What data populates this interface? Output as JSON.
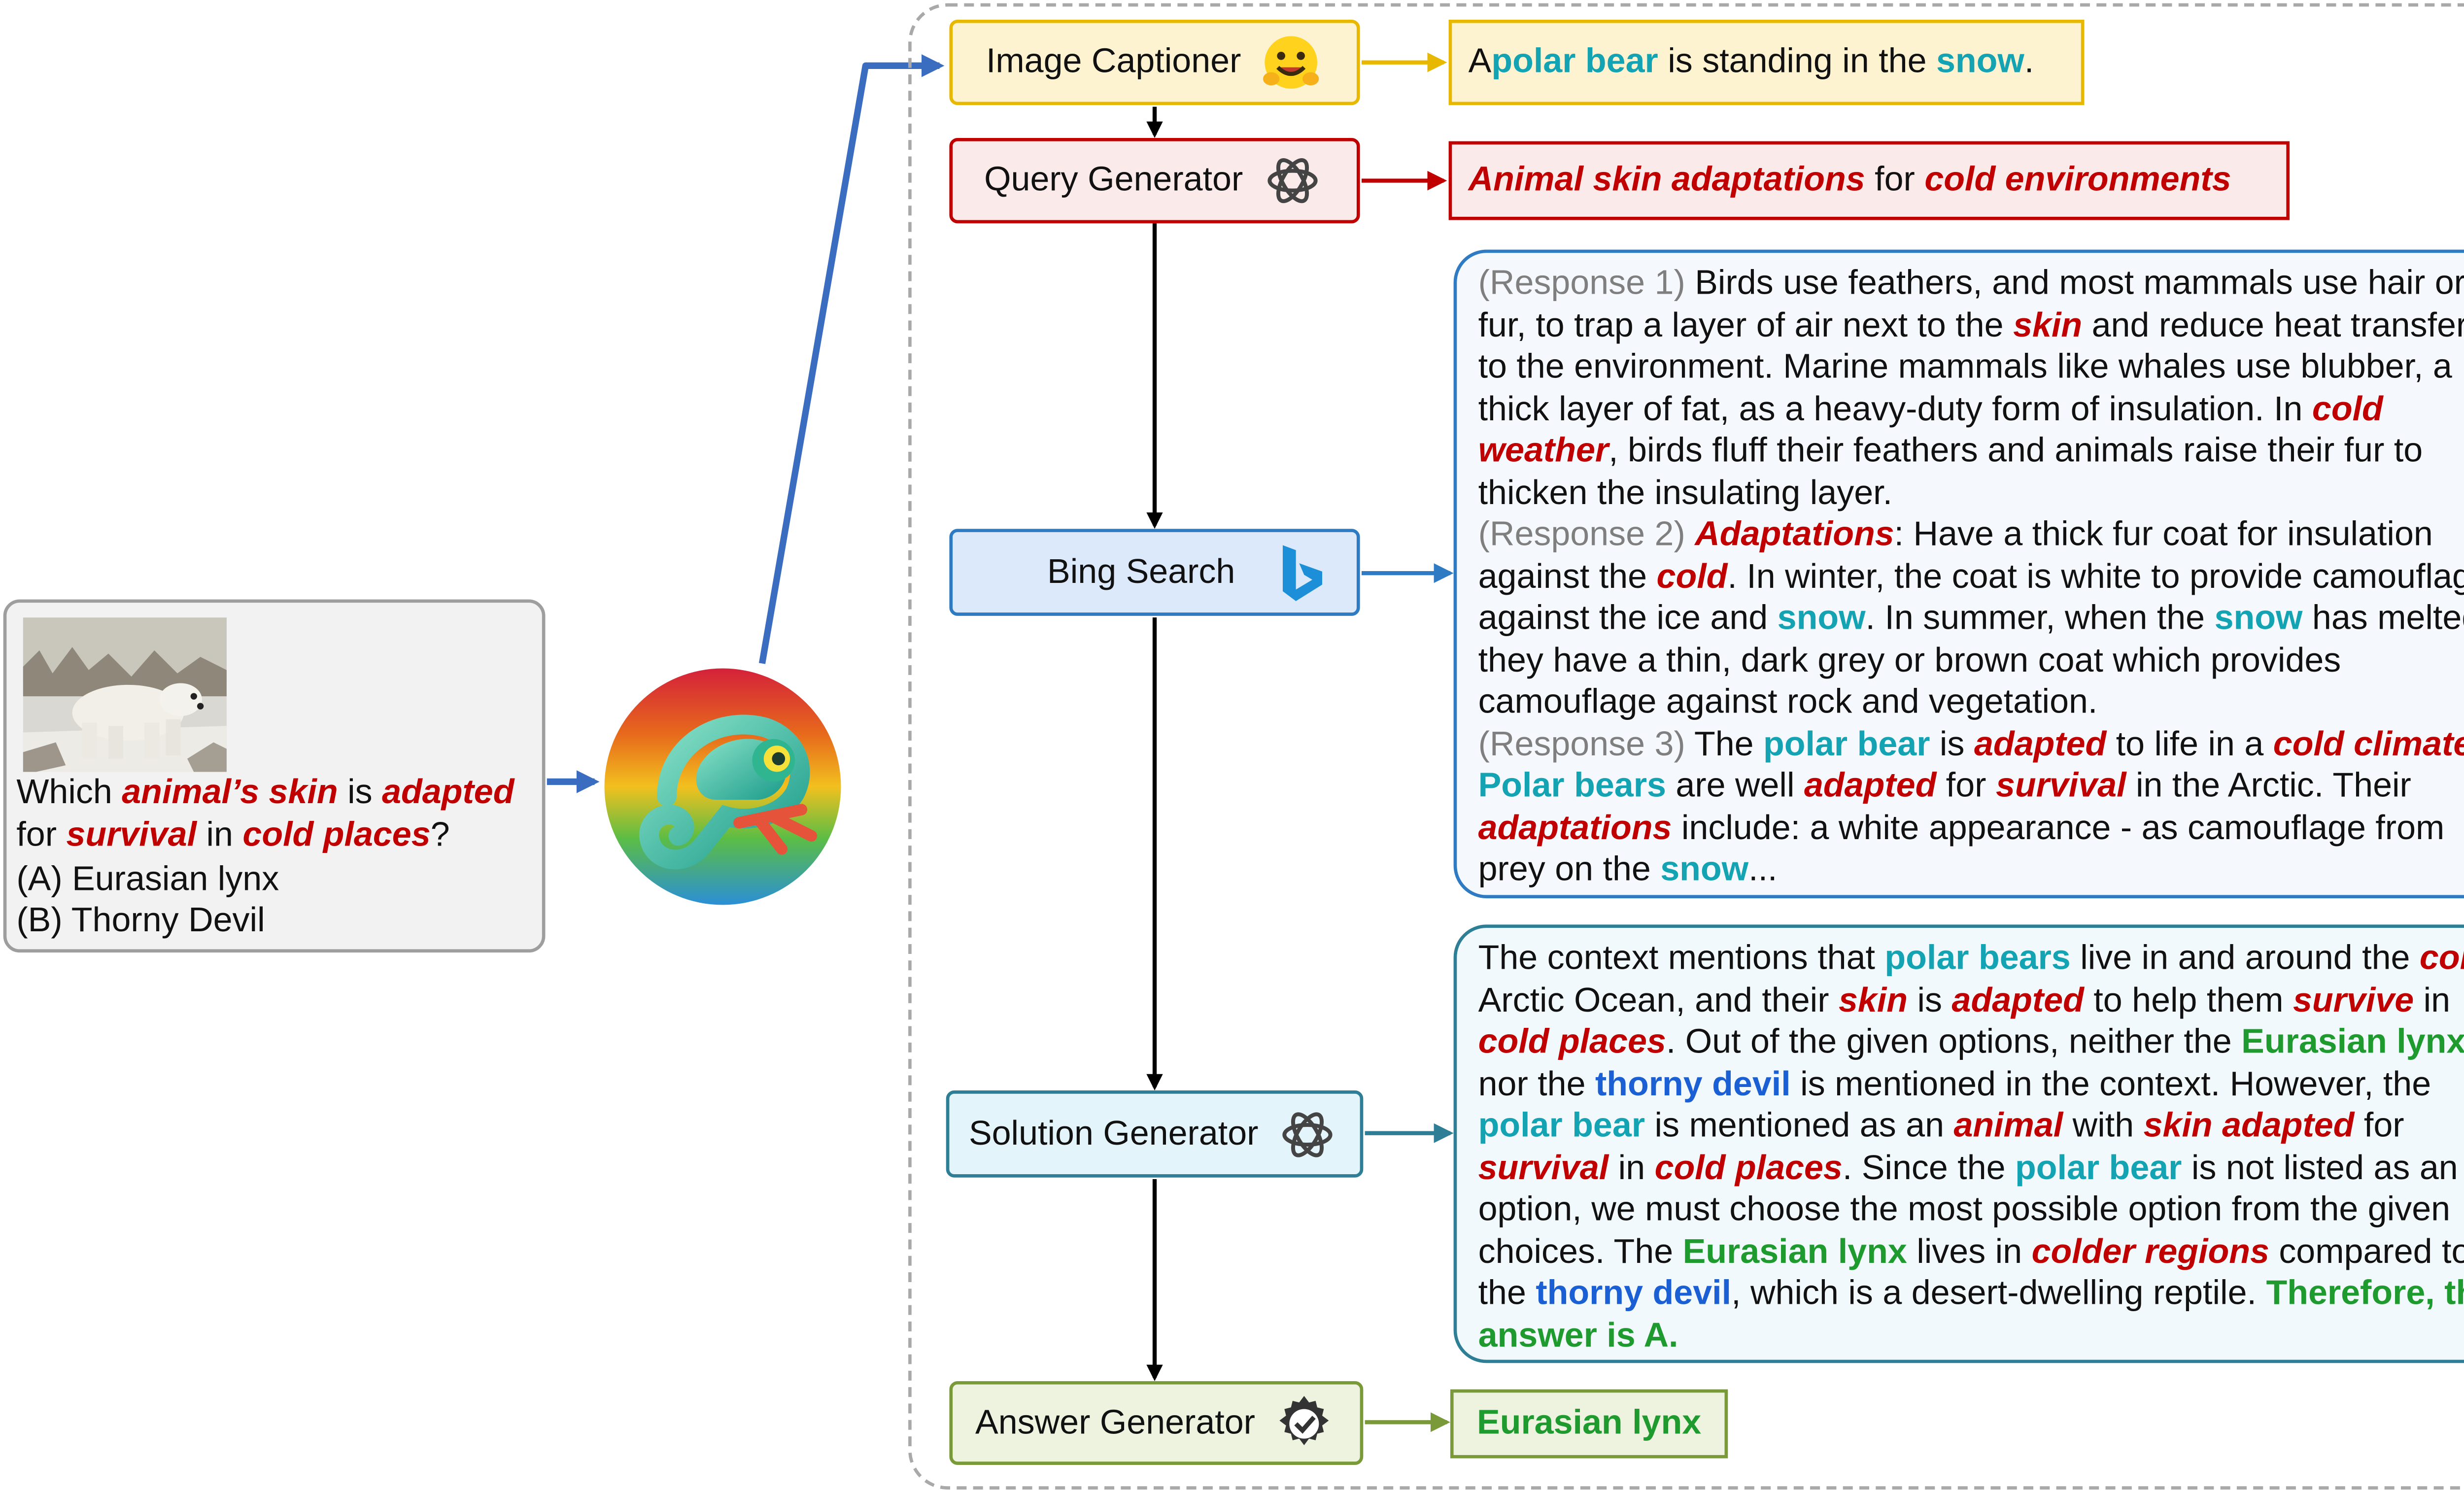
{
  "modules": {
    "image_captioner": "Image Captioner",
    "query_generator": "Query Generator",
    "bing_search": "Bing Search",
    "solution_generator": "Solution Generator",
    "answer_generator": "Answer Generator"
  },
  "caption": {
    "p1": "A ",
    "polar_bear": "polar bear",
    "p2": " is standing in the ",
    "snow": "snow",
    "p3": "."
  },
  "query": {
    "q1": "Animal skin adaptations",
    "q2": " for ",
    "q3": "cold environments"
  },
  "search_results": [
    [
      {
        "t": "(Response 1)",
        "s": "gray"
      },
      {
        "t": " Birds use feathers, and most mammals use hair or"
      }
    ],
    [
      {
        "t": "fur, to trap a layer of air next to the "
      },
      {
        "t": "skin",
        "s": "r"
      },
      {
        "t": " and reduce heat transfer"
      }
    ],
    [
      {
        "t": "to the environment. Marine mammals like whales use blubber, a"
      }
    ],
    [
      {
        "t": "thick layer of fat, as a heavy-duty form of insulation. In "
      },
      {
        "t": "cold",
        "s": "r"
      }
    ],
    [
      {
        "t": "weather",
        "s": "r"
      },
      {
        "t": ", birds fluff their feathers and animals raise their fur to"
      }
    ],
    [
      {
        "t": "thicken the insulating layer."
      }
    ],
    [
      {
        "t": "(Response 2)",
        "s": "gray"
      },
      {
        "t": " "
      },
      {
        "t": "Adaptations",
        "s": "r"
      },
      {
        "t": ": Have a thick fur coat for insulation"
      }
    ],
    [
      {
        "t": "against the "
      },
      {
        "t": "cold",
        "s": "r"
      },
      {
        "t": ". In winter, the coat is white to provide camouflage"
      }
    ],
    [
      {
        "t": "against the ice and "
      },
      {
        "t": "snow",
        "s": "t"
      },
      {
        "t": ". In summer, when the "
      },
      {
        "t": "snow",
        "s": "t"
      },
      {
        "t": " has melted,"
      }
    ],
    [
      {
        "t": "they have a thin, dark grey or brown coat which provides"
      }
    ],
    [
      {
        "t": "camouflage against rock and vegetation."
      }
    ],
    [
      {
        "t": "(Response 3)",
        "s": "gray"
      },
      {
        "t": " The "
      },
      {
        "t": "polar bear",
        "s": "t"
      },
      {
        "t": " is "
      },
      {
        "t": "adapted",
        "s": "r"
      },
      {
        "t": " to life in a "
      },
      {
        "t": "cold climate",
        "s": "r"
      }
    ],
    [
      {
        "t": "Polar bears",
        "s": "t"
      },
      {
        "t": " are well "
      },
      {
        "t": "adapted",
        "s": "r"
      },
      {
        "t": " for "
      },
      {
        "t": "survival",
        "s": "r"
      },
      {
        "t": " in the Arctic. Their"
      }
    ],
    [
      {
        "t": "adaptations",
        "s": "r"
      },
      {
        "t": " include: a white appearance - as camouflage from"
      }
    ],
    [
      {
        "t": "prey on the "
      },
      {
        "t": "snow",
        "s": "t"
      },
      {
        "t": "..."
      }
    ]
  ],
  "solution": [
    [
      {
        "t": "The context mentions that "
      },
      {
        "t": "polar bears",
        "s": "t"
      },
      {
        "t": " live in and around the "
      },
      {
        "t": "cold",
        "s": "r"
      }
    ],
    [
      {
        "t": "Arctic Ocean, and their "
      },
      {
        "t": "skin",
        "s": "r"
      },
      {
        "t": " is "
      },
      {
        "t": "adapted",
        "s": "r"
      },
      {
        "t": " to help them "
      },
      {
        "t": "survive",
        "s": "r"
      },
      {
        "t": " in"
      }
    ],
    [
      {
        "t": "cold places",
        "s": "r"
      },
      {
        "t": ". Out of the given options, neither the "
      },
      {
        "t": "Eurasian lynx",
        "s": "g"
      }
    ],
    [
      {
        "t": "nor the "
      },
      {
        "t": "thorny devil",
        "s": "b"
      },
      {
        "t": " is mentioned in the context. However, the"
      }
    ],
    [
      {
        "t": "polar bear",
        "s": "t"
      },
      {
        "t": " is mentioned as an "
      },
      {
        "t": "animal",
        "s": "r"
      },
      {
        "t": " with "
      },
      {
        "t": "skin adapted",
        "s": "r"
      },
      {
        "t": " for"
      }
    ],
    [
      {
        "t": "survival",
        "s": "r"
      },
      {
        "t": " in "
      },
      {
        "t": "cold places",
        "s": "r"
      },
      {
        "t": ". Since the "
      },
      {
        "t": "polar bear",
        "s": "t"
      },
      {
        "t": " is not listed as an"
      }
    ],
    [
      {
        "t": "option, we must choose the most possible option from the given"
      }
    ],
    [
      {
        "t": "choices. The "
      },
      {
        "t": "Eurasian lynx",
        "s": "g"
      },
      {
        "t": " lives in "
      },
      {
        "t": "colder regions",
        "s": "r"
      },
      {
        "t": " compared to"
      }
    ],
    [
      {
        "t": "the "
      },
      {
        "t": "thorny devil",
        "s": "b"
      },
      {
        "t": ", which is a desert-dwelling reptile. "
      },
      {
        "t": "Therefore, the",
        "s": "g"
      }
    ],
    [
      {
        "t": "answer is A.",
        "s": "g"
      }
    ]
  ],
  "answer": "Eurasian lynx",
  "question": {
    "lines": [
      [
        {
          "t": "Which "
        },
        {
          "t": "animal’s skin",
          "s": "r"
        },
        {
          "t": " is "
        },
        {
          "t": "adapted",
          "s": "r"
        }
      ],
      [
        {
          "t": "for "
        },
        {
          "t": "survival",
          "s": "r"
        },
        {
          "t": " in "
        },
        {
          "t": "cold places",
          "s": "r"
        },
        {
          "t": "?"
        }
      ]
    ],
    "option_a": "(A) Eurasian lynx",
    "option_b": "(B) Thorny Devil"
  },
  "icons": {
    "captioner": "hugging-face-icon",
    "query": "openai-icon",
    "bing": "bing-icon",
    "solution": "openai-icon",
    "answer": "gear-check-icon",
    "planner": "chameleon-icon",
    "photo": "polar-bear-photo"
  },
  "colors": {
    "captioner": "#e8b800",
    "query": "#c00000",
    "bing": "#2e7bc4",
    "solution": "#2e7f96",
    "answer": "#7a9a3a",
    "question_border": "#9e9e9e",
    "main_arrow": "#3a6cc0"
  }
}
